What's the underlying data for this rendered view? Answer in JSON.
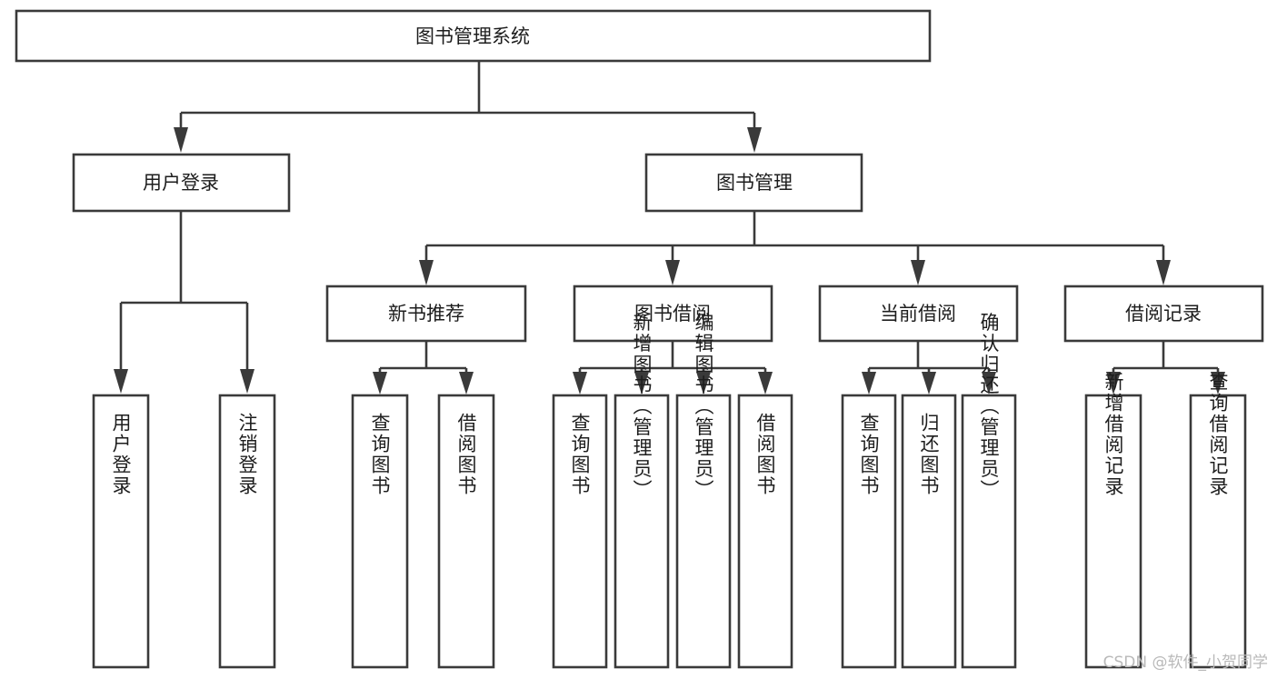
{
  "diagram": {
    "type": "tree-hierarchy-chart",
    "title": "图书管理系统",
    "watermark": "CSDN @软件_小贺同学",
    "colors": {
      "background": "#ffffff",
      "stroke": "#3a3a3a",
      "box_fill": "#ffffff",
      "text": "#1d1d1d",
      "watermark": "#b9b9b9"
    },
    "levels": [
      {
        "level": 0,
        "orientation": "horizontal",
        "nodes": [
          {
            "id": "root",
            "label": "图书管理系统"
          }
        ]
      },
      {
        "level": 1,
        "orientation": "horizontal",
        "nodes": [
          {
            "id": "login",
            "label": "用户登录",
            "parent": "root"
          },
          {
            "id": "bookmgmt",
            "label": "图书管理",
            "parent": "root"
          }
        ]
      },
      {
        "level": 2,
        "orientation": "horizontal",
        "nodes": [
          {
            "id": "newbook",
            "label": "新书推荐",
            "parent": "bookmgmt"
          },
          {
            "id": "borrow",
            "label": "图书借阅",
            "parent": "bookmgmt"
          },
          {
            "id": "current",
            "label": "当前借阅",
            "parent": "bookmgmt"
          },
          {
            "id": "record",
            "label": "借阅记录",
            "parent": "bookmgmt"
          }
        ]
      },
      {
        "level": 3,
        "orientation": "vertical",
        "nodes": [
          {
            "id": "leaf1",
            "label": "用户登录",
            "parent": "login"
          },
          {
            "id": "leaf2",
            "label": "注销登录",
            "parent": "login"
          },
          {
            "id": "leaf3",
            "label": "查询图书",
            "parent": "newbook"
          },
          {
            "id": "leaf4",
            "label": "借阅图书",
            "parent": "newbook"
          },
          {
            "id": "leaf5",
            "label": "查询图书",
            "parent": "borrow"
          },
          {
            "id": "leaf6",
            "label": "新增图书（管理员）",
            "parent": "borrow"
          },
          {
            "id": "leaf7",
            "label": "编辑图书（管理员）",
            "parent": "borrow"
          },
          {
            "id": "leaf8",
            "label": "借阅图书",
            "parent": "borrow"
          },
          {
            "id": "leaf9",
            "label": "查询图书",
            "parent": "current"
          },
          {
            "id": "leaf10",
            "label": "归还图书",
            "parent": "current"
          },
          {
            "id": "leaf11",
            "label": "确认归还（管理员）",
            "parent": "current"
          },
          {
            "id": "leaf12",
            "label": "新增借阅记录",
            "parent": "record"
          },
          {
            "id": "leaf13",
            "label": "查询借阅记录",
            "parent": "record"
          }
        ]
      }
    ]
  }
}
